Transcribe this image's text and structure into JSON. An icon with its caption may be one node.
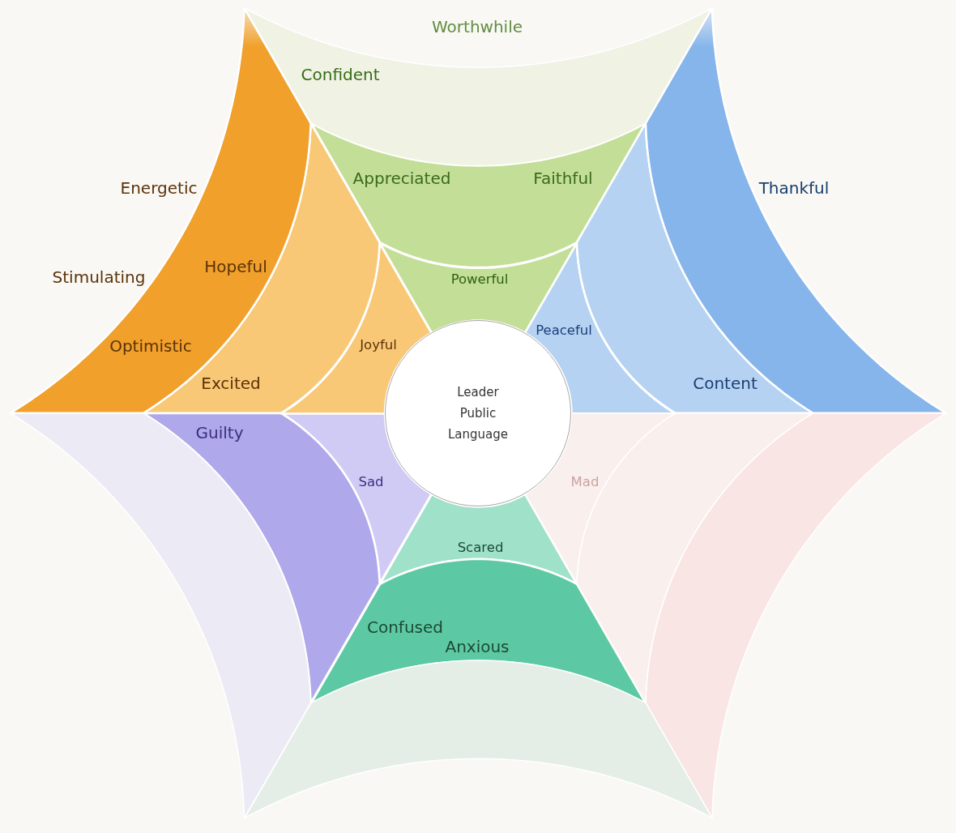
{
  "diagram": {
    "nodes": [
      {
        "text": [
          "Leader Public Language"
        ]
      },
      {
        "text": [
          "Powerful"
        ]
      },
      {
        "text": [
          "Appreciated",
          "Faithful"
        ]
      },
      {
        "text": [
          "Worthwhile",
          "Confident"
        ]
      },
      {
        "text": [
          "Peaceful"
        ]
      },
      {
        "text": [
          "Content"
        ]
      },
      {
        "text": [
          "Thankful"
        ]
      },
      {
        "text": [
          "Mad"
        ]
      },
      {
        "text": [],
        "shape": "band"
      },
      {
        "text": [],
        "shape": "band"
      },
      {
        "text": [
          "Scared"
        ]
      },
      {
        "text": [
          "Confused",
          "Anxious"
        ]
      },
      {
        "text": [],
        "shape": "band"
      },
      {
        "text": [
          "Sad"
        ]
      },
      {
        "text": [
          "Guilty"
        ]
      },
      {
        "text": [],
        "shape": "band"
      },
      {
        "text": [
          "Joyful"
        ]
      },
      {
        "text": [
          "Excited"
        ]
      },
      {
        "text": [
          "Energetic",
          "Stimulating",
          "Hopeful",
          "Optimistic"
        ]
      }
    ]
  }
}
